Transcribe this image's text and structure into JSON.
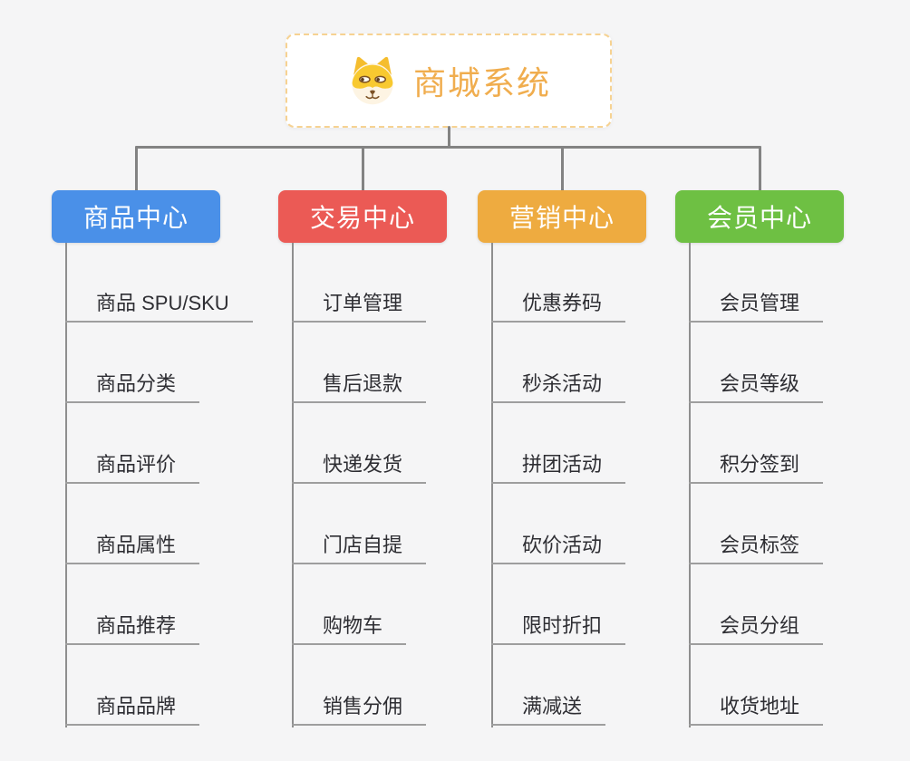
{
  "app": {
    "background_color": "#f5f5f6",
    "connector_color": "#838383",
    "leaf_line_color": "#9e9e9e",
    "leaf_text_color": "#2e2e33"
  },
  "root": {
    "title": "商城系统",
    "icon": "dog-face-icon",
    "text_color": "#f0ad4e",
    "border_color": "#f6d292"
  },
  "branches": [
    {
      "label": "商品中心",
      "color": "#4a90e8",
      "items": [
        "商品 SPU/SKU",
        "商品分类",
        "商品评价",
        "商品属性",
        "商品推荐",
        "商品品牌"
      ]
    },
    {
      "label": "交易中心",
      "color": "#eb5a55",
      "items": [
        "订单管理",
        "售后退款",
        "快递发货",
        "门店自提",
        "购物车",
        "销售分佣"
      ]
    },
    {
      "label": "营销中心",
      "color": "#eeab40",
      "items": [
        "优惠券码",
        "秒杀活动",
        "拼团活动",
        "砍价活动",
        "限时折扣",
        "满减送"
      ]
    },
    {
      "label": "会员中心",
      "color": "#6ec043",
      "items": [
        "会员管理",
        "会员等级",
        "积分签到",
        "会员标签",
        "会员分组",
        "收货地址"
      ]
    }
  ]
}
